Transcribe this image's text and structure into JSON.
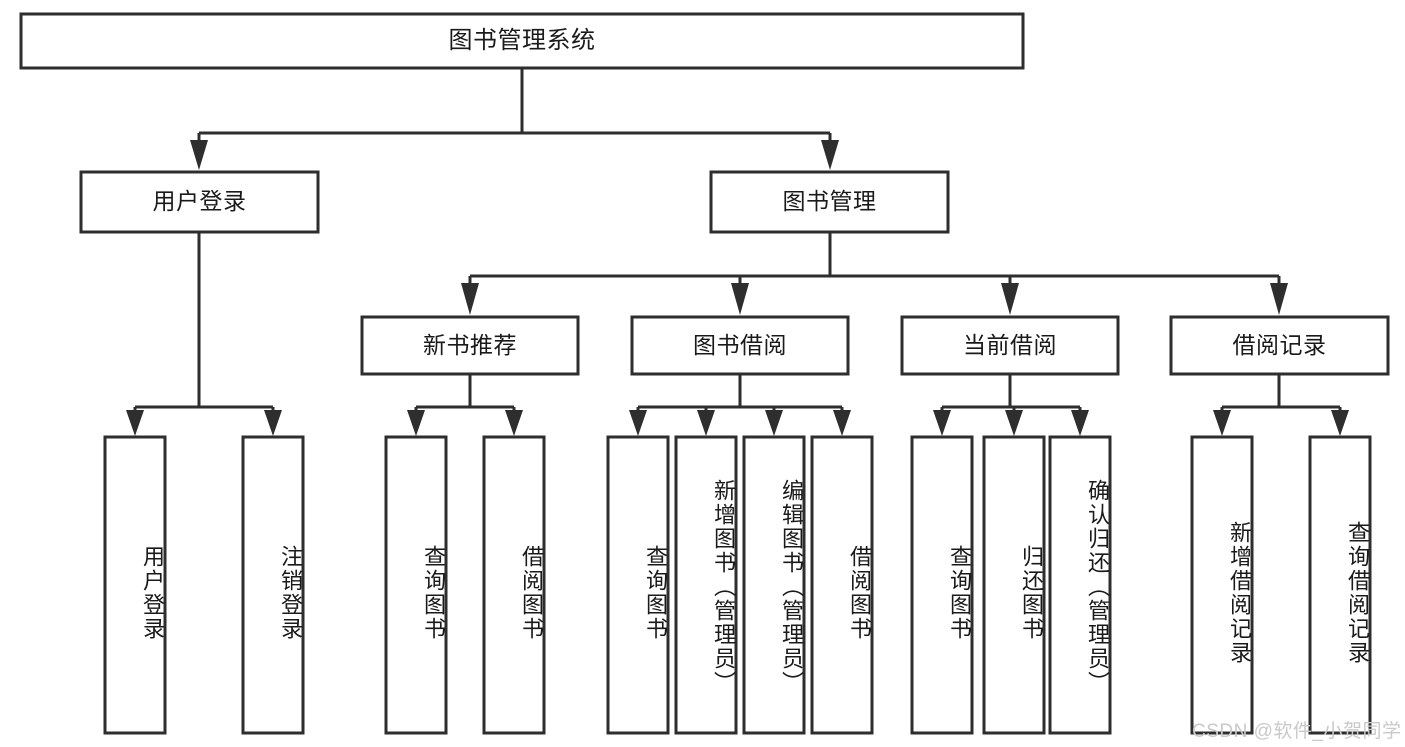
{
  "diagram": {
    "type": "tree-hierarchy-chart",
    "title": "图书管理系统",
    "colors": {
      "stroke": "#2e2e2e",
      "box_fill": "#ffffff",
      "text": "#1a1a1a",
      "background": "#ffffff",
      "watermark": "#c9c9c9"
    },
    "root": {
      "label": "图书管理系统"
    },
    "level2": [
      {
        "id": "user-login",
        "label": "用户登录"
      },
      {
        "id": "book-management",
        "label": "图书管理"
      }
    ],
    "level3": [
      {
        "id": "new-book-recommend",
        "label": "新书推荐",
        "parent": "book-management"
      },
      {
        "id": "book-borrow",
        "label": "图书借阅",
        "parent": "book-management"
      },
      {
        "id": "current-borrow",
        "label": "当前借阅",
        "parent": "book-management"
      },
      {
        "id": "borrow-record",
        "label": "借阅记录",
        "parent": "book-management"
      }
    ],
    "leaves": {
      "user-login": [
        {
          "id": "leaf-user-login",
          "label": "用户登录"
        },
        {
          "id": "leaf-user-logout",
          "label": "注销登录"
        }
      ],
      "new-book-recommend": [
        {
          "id": "leaf-query-book-1",
          "label": "查询图书"
        },
        {
          "id": "leaf-borrow-book-1",
          "label": "借阅图书"
        }
      ],
      "book-borrow": [
        {
          "id": "leaf-query-book-2",
          "label": "查询图书"
        },
        {
          "id": "leaf-add-book",
          "label": "新增图书（管理员）"
        },
        {
          "id": "leaf-edit-book",
          "label": "编辑图书（管理员）"
        },
        {
          "id": "leaf-borrow-book-2",
          "label": "借阅图书"
        }
      ],
      "current-borrow": [
        {
          "id": "leaf-query-book-3",
          "label": "查询图书"
        },
        {
          "id": "leaf-return-book",
          "label": "归还图书"
        },
        {
          "id": "leaf-confirm-return",
          "label": "确认归还（管理员）"
        }
      ],
      "borrow-record": [
        {
          "id": "leaf-add-record",
          "label": "新增借阅记录"
        },
        {
          "id": "leaf-query-record",
          "label": "查询借阅记录"
        }
      ]
    },
    "watermark": "CSDN @软件_小贺同学"
  }
}
